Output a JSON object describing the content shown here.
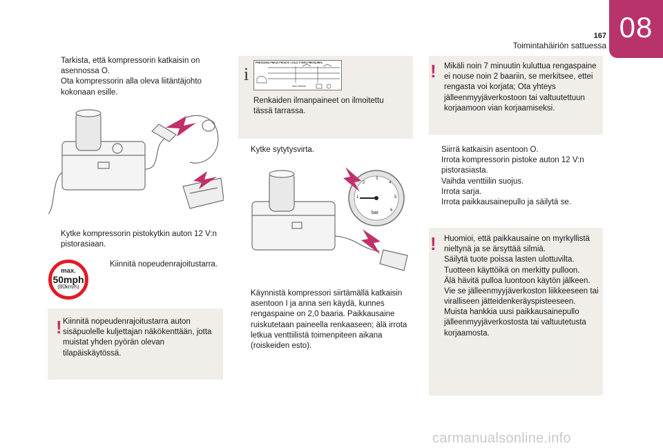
{
  "header": {
    "chapter": "08",
    "page_number": "167",
    "section_title": "Toimintahäiriön sattuessa"
  },
  "bullet_glyph": "",
  "col1": {
    "intro_bullets": [
      "Tarkista, että kompressorin katkaisin on asennossa O.",
      "Ota kompressorin alla oleva liitäntäjohto kokonaan esille."
    ],
    "plug_bullet": "Kytke kompressorin pistokytkin auton 12 V:n pistorasiaan.",
    "speed_bullet": "Kiinnitä nopeudenrajoitustarra.",
    "speed_sign": {
      "line1": "max.",
      "line2": "50mph",
      "line3": "(80km/h)"
    },
    "warning": "Kiinnitä nopeudenrajoitustarra auton sisäpuolelle kuljettajan näkökenttään, jotta muistat yhden pyörän olevan tilapäiskäytössä."
  },
  "col2": {
    "info_label": "Renkaiden ilmanpaineet on ilmoitettu tässä tarrassa.",
    "label_image": {
      "heading": "PRESSIONS PNEUS FRONTS / COLD TYRES PRESSURES",
      "footer": "Nom   Vehicle"
    },
    "ignition_bullet": "Kytke sytytysvirta.",
    "gauge_unit": "bar",
    "gauge_ticks": [
      "1",
      "2",
      "3",
      "4",
      "5",
      "6"
    ],
    "start_bullet": "Käynnistä kompressori siirtämällä katkaisin asentoon I ja anna sen käydä, kunnes rengaspaine on 2,0 baaria. Paikkausaine ruiskutetaan paineella renkaaseen; älä irrota letkua venttiilistä toimenpiteen aikana (roiskeiden esto)."
  },
  "col3": {
    "warning1": "Mikäli noin 7 minuutin kuluttua rengaspaine ei nouse noin 2 baariin, se merkitsee, ettei rengasta voi korjata; Ota yhteys jälleenmyyjäverkostoon tai valtuutettuun korjaamoon vian korjaamiseksi.",
    "bullets": [
      "Siirrä katkaisin asentoon O.",
      "Irrota kompressorin pistoke auton 12 V:n pistorasiasta.",
      "Vaihda venttiilin suojus.",
      "Irrota sarja.",
      "Irrota paikkausainepullo ja säilytä se."
    ],
    "warning2_lines": [
      "Huomioi, että paikkausaine on myrkyllistä nieltynä ja se ärsyttää silmiä.",
      "Säilytä tuote poissa lasten ulottuvilta.",
      "Tuotteen käyttöikä on merkitty pulloon.",
      "Älä hävitä pulloa luontoon käytön jälkeen. Vie se jälleenmyyjäverkoston liikkeeseen tai viralliseen jätteidenkeräyspisteeseen.",
      "Muista hankkia uusi paikkausainepullo jälleenmyyjäverkostosta tai valtuutetusta korjaamosta."
    ]
  },
  "watermark": "carmanualsonline.info",
  "colors": {
    "accent": "#b8336a",
    "box_bg": "#f1ede8",
    "arrow": "#c0306a",
    "sign_red": "#e01c24"
  }
}
